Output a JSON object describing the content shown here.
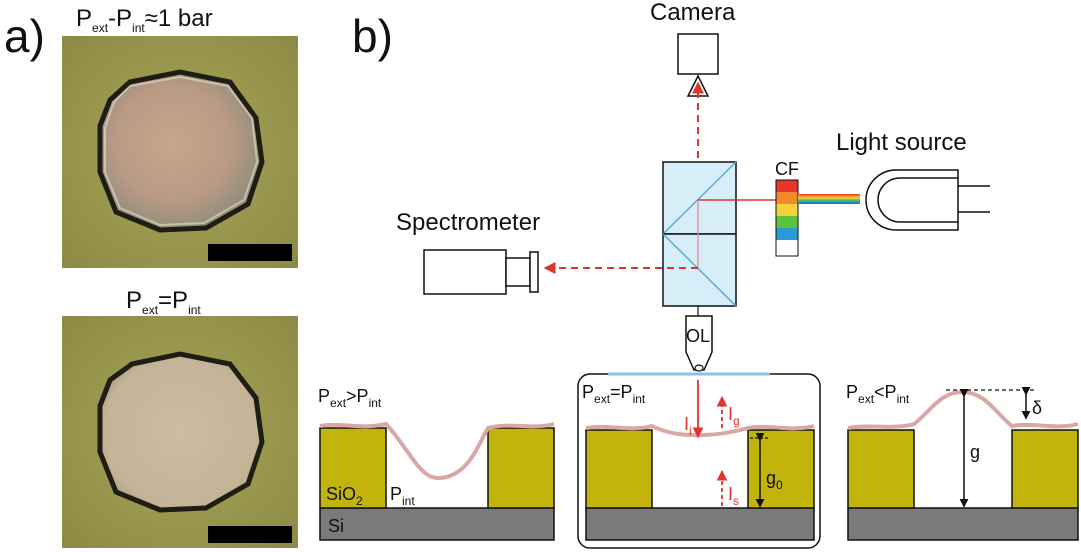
{
  "panel_a": {
    "label": "a)",
    "top": {
      "caption_p1": "P",
      "caption_s1": "ext",
      "caption_mid": "-P",
      "caption_s2": "int",
      "caption_end": "≈1 bar"
    },
    "bottom": {
      "caption_p1": "P",
      "caption_s1": "ext",
      "caption_mid": "=P",
      "caption_s2": "int"
    }
  },
  "panel_b": {
    "label": "b)",
    "camera": "Camera",
    "light_source": "Light source",
    "cf": "CF",
    "spectrometer": "Spectrometer",
    "ol": "OL",
    "left_pressure": {
      "p": "P",
      "s1": "ext",
      "op": ">P",
      "s2": "int"
    },
    "left_oxide": {
      "main": "SiO",
      "sub": "2"
    },
    "left_cavity": {
      "main": "P",
      "sub": "int"
    },
    "left_si": "Si",
    "mid_pressure": {
      "p": "P",
      "s1": "ext",
      "op": "=P",
      "s2": "int"
    },
    "mid_Ii": {
      "main": "I",
      "sub": "i"
    },
    "mid_Ig": {
      "main": "I",
      "sub": "g"
    },
    "mid_Is": {
      "main": "I",
      "sub": "s"
    },
    "mid_g0": {
      "main": "g",
      "sub": "0"
    },
    "right_pressure": {
      "p": "P",
      "s1": "ext",
      "op": "<P",
      "s2": "int"
    },
    "right_g": "g",
    "right_delta": "δ"
  },
  "colors": {
    "oxide": "#c3b40d",
    "silicon": "#7a7a7a",
    "membrane": "#d9a8a6",
    "beam": "#e0352b",
    "prism": "#d7eef8",
    "prism_line": "#55aadd"
  }
}
